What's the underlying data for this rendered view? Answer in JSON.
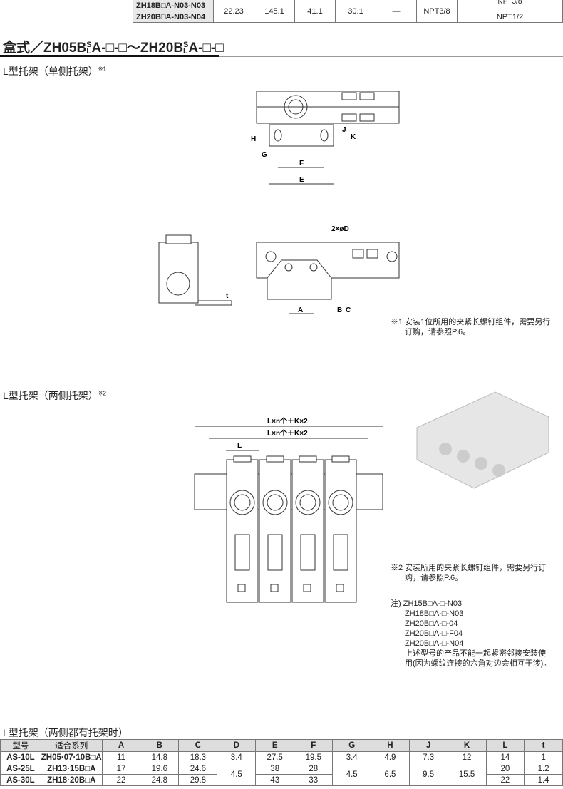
{
  "top_table": {
    "rows": [
      {
        "model": "ZH18B□A-N03-N03",
        "port": "NPT3/8"
      },
      {
        "model": "ZH20B□A-N03-N04",
        "port": "NPT1/2"
      }
    ],
    "shared": [
      "22.23",
      "145.1",
      "41.1",
      "30.1",
      "—",
      "NPT3/8"
    ],
    "above_last": "NPT3/8"
  },
  "section_title": "盒式／ZH05B(S/L)A-□-□～ZH20B(S/L)A-□-□",
  "sub1": {
    "title": "L型托架（单侧托架）",
    "mark": "※1"
  },
  "sub2": {
    "title": "L型托架（两侧托架）",
    "mark": "※2"
  },
  "drawing1": {
    "labels": [
      "H",
      "G",
      "F",
      "E",
      "J",
      "K",
      "2×øD",
      "A",
      "B",
      "C",
      "t"
    ]
  },
  "drawing2": {
    "labels": [
      "L×n个＋K×2",
      "L×n个＋K×2",
      "L"
    ]
  },
  "note1": [
    "※1 安装1位所用的夹紧长螺钉组件，需要另行",
    "订购，请参照P.6。"
  ],
  "note2": [
    "※2 安装所用的夹紧长螺钉组件，需要另行订",
    "购，请参照P.6。"
  ],
  "note3": [
    "注) ZH15B□A-□-N03",
    "ZH18B□A-□-N03",
    "ZH20B□A-□-04",
    "ZH20B□A-□-F04",
    "ZH20B□A-□-N04",
    "上述型号的产品不能一起紧密邻接安装使",
    "用(因为螺纹连接的六角对边会相互干涉)。"
  ],
  "bottom": {
    "title": "L型托架（两侧都有托架时）",
    "headers": [
      "型号",
      "适合系列",
      "A",
      "B",
      "C",
      "D",
      "E",
      "F",
      "G",
      "H",
      "J",
      "K",
      "L",
      "t"
    ],
    "rows": [
      [
        "AS-10L",
        "ZH05·07·10B□A",
        "11",
        "14.8",
        "18.3",
        "3.4",
        "27.5",
        "19.5",
        "3.4",
        "4.9",
        "7.3",
        "12",
        "14",
        "1"
      ],
      [
        "AS-25L",
        "ZH13·15B□A",
        "17",
        "19.6",
        "24.6",
        "4.5",
        "38",
        "28",
        "4.5",
        "6.5",
        "9.5",
        "15.5",
        "20",
        "1.2"
      ],
      [
        "AS-30L",
        "ZH18·20B□A",
        "22",
        "24.8",
        "29.8",
        "",
        "43",
        "33",
        "",
        "",
        "",
        "",
        "22",
        "1.4"
      ]
    ]
  }
}
